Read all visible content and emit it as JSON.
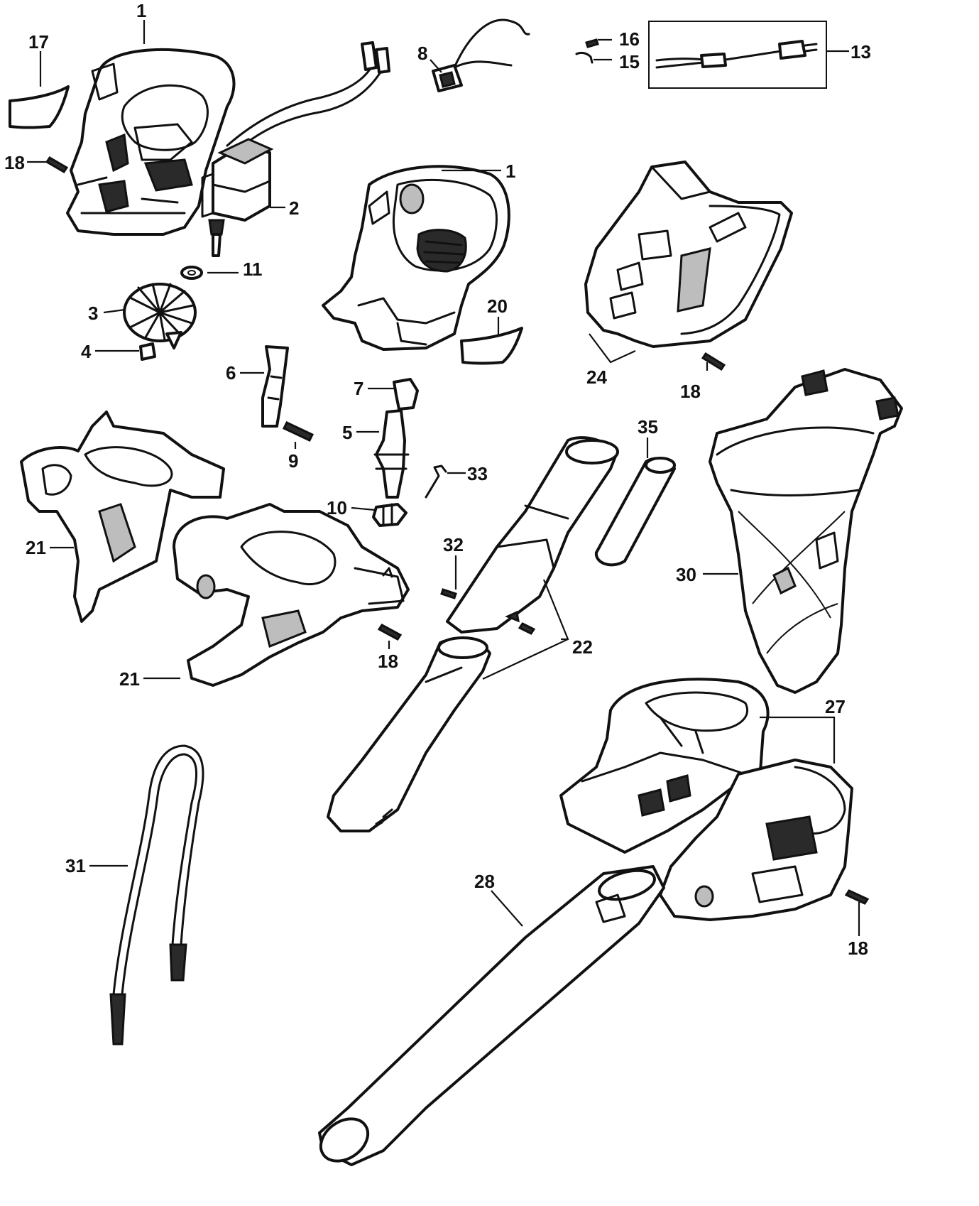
{
  "diagram": {
    "type": "exploded parts diagram",
    "colors": {
      "line": "#111111",
      "background": "#ffffff",
      "shade": "#bdbdbd"
    },
    "callouts": [
      {
        "id": "c1a",
        "label": "1"
      },
      {
        "id": "c17",
        "label": "17"
      },
      {
        "id": "c18a",
        "label": "18"
      },
      {
        "id": "c2",
        "label": "2"
      },
      {
        "id": "c11",
        "label": "11"
      },
      {
        "id": "c3",
        "label": "3"
      },
      {
        "id": "c4",
        "label": "4"
      },
      {
        "id": "c8",
        "label": "8"
      },
      {
        "id": "c16",
        "label": "16"
      },
      {
        "id": "c15",
        "label": "15"
      },
      {
        "id": "c13",
        "label": "13"
      },
      {
        "id": "c1b",
        "label": "1"
      },
      {
        "id": "c20",
        "label": "20"
      },
      {
        "id": "c24",
        "label": "24"
      },
      {
        "id": "c18b",
        "label": "18"
      },
      {
        "id": "c6",
        "label": "6"
      },
      {
        "id": "c9",
        "label": "9"
      },
      {
        "id": "c7",
        "label": "7"
      },
      {
        "id": "c5",
        "label": "5"
      },
      {
        "id": "c33",
        "label": "33"
      },
      {
        "id": "c10",
        "label": "10"
      },
      {
        "id": "c35",
        "label": "35"
      },
      {
        "id": "c30",
        "label": "30"
      },
      {
        "id": "c32",
        "label": "32"
      },
      {
        "id": "c21a",
        "label": "21"
      },
      {
        "id": "c21b",
        "label": "21"
      },
      {
        "id": "c18c",
        "label": "18"
      },
      {
        "id": "c22",
        "label": "22"
      },
      {
        "id": "c27",
        "label": "27"
      },
      {
        "id": "c31",
        "label": "31"
      },
      {
        "id": "c28",
        "label": "28"
      },
      {
        "id": "c18d",
        "label": "18"
      }
    ]
  }
}
